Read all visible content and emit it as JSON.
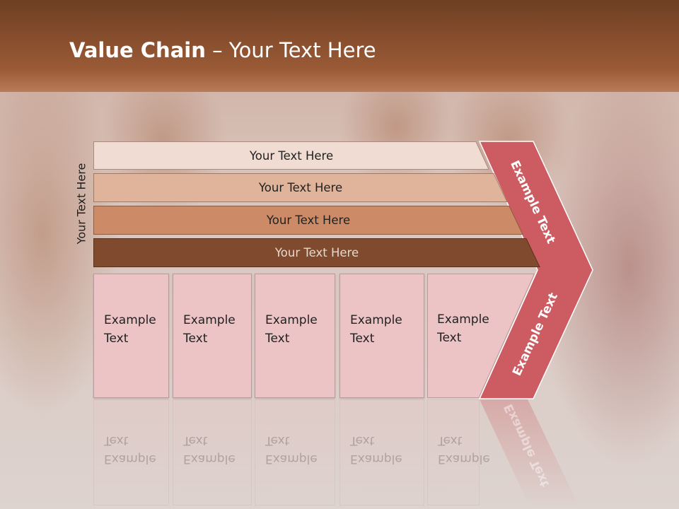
{
  "title": {
    "bold": "Value Chain",
    "rest": " – Your Text Here"
  },
  "side_label": "Your Text Here",
  "bars": [
    {
      "label": "Your Text Here"
    },
    {
      "label": "Your Text Here"
    },
    {
      "label": "Your Text Here"
    },
    {
      "label": "Your Text Here"
    }
  ],
  "boxes": [
    {
      "line1": "Example",
      "line2": "Text"
    },
    {
      "line1": "Example",
      "line2": "Text"
    },
    {
      "line1": "Example",
      "line2": "Text"
    },
    {
      "line1": "Example",
      "line2": "Text"
    },
    {
      "line1": "Example",
      "line2": "Text"
    }
  ],
  "chevron": {
    "upper": "Example Text",
    "lower": "Example Text"
  },
  "colors": {
    "header": "#8a4a2a",
    "bar1": "#f0dcd3",
    "bar2": "#e0b49b",
    "bar3": "#cc8a66",
    "bar4": "#7f4a2d",
    "chevron": "#cc5c62",
    "box": "#ecc4c6"
  }
}
